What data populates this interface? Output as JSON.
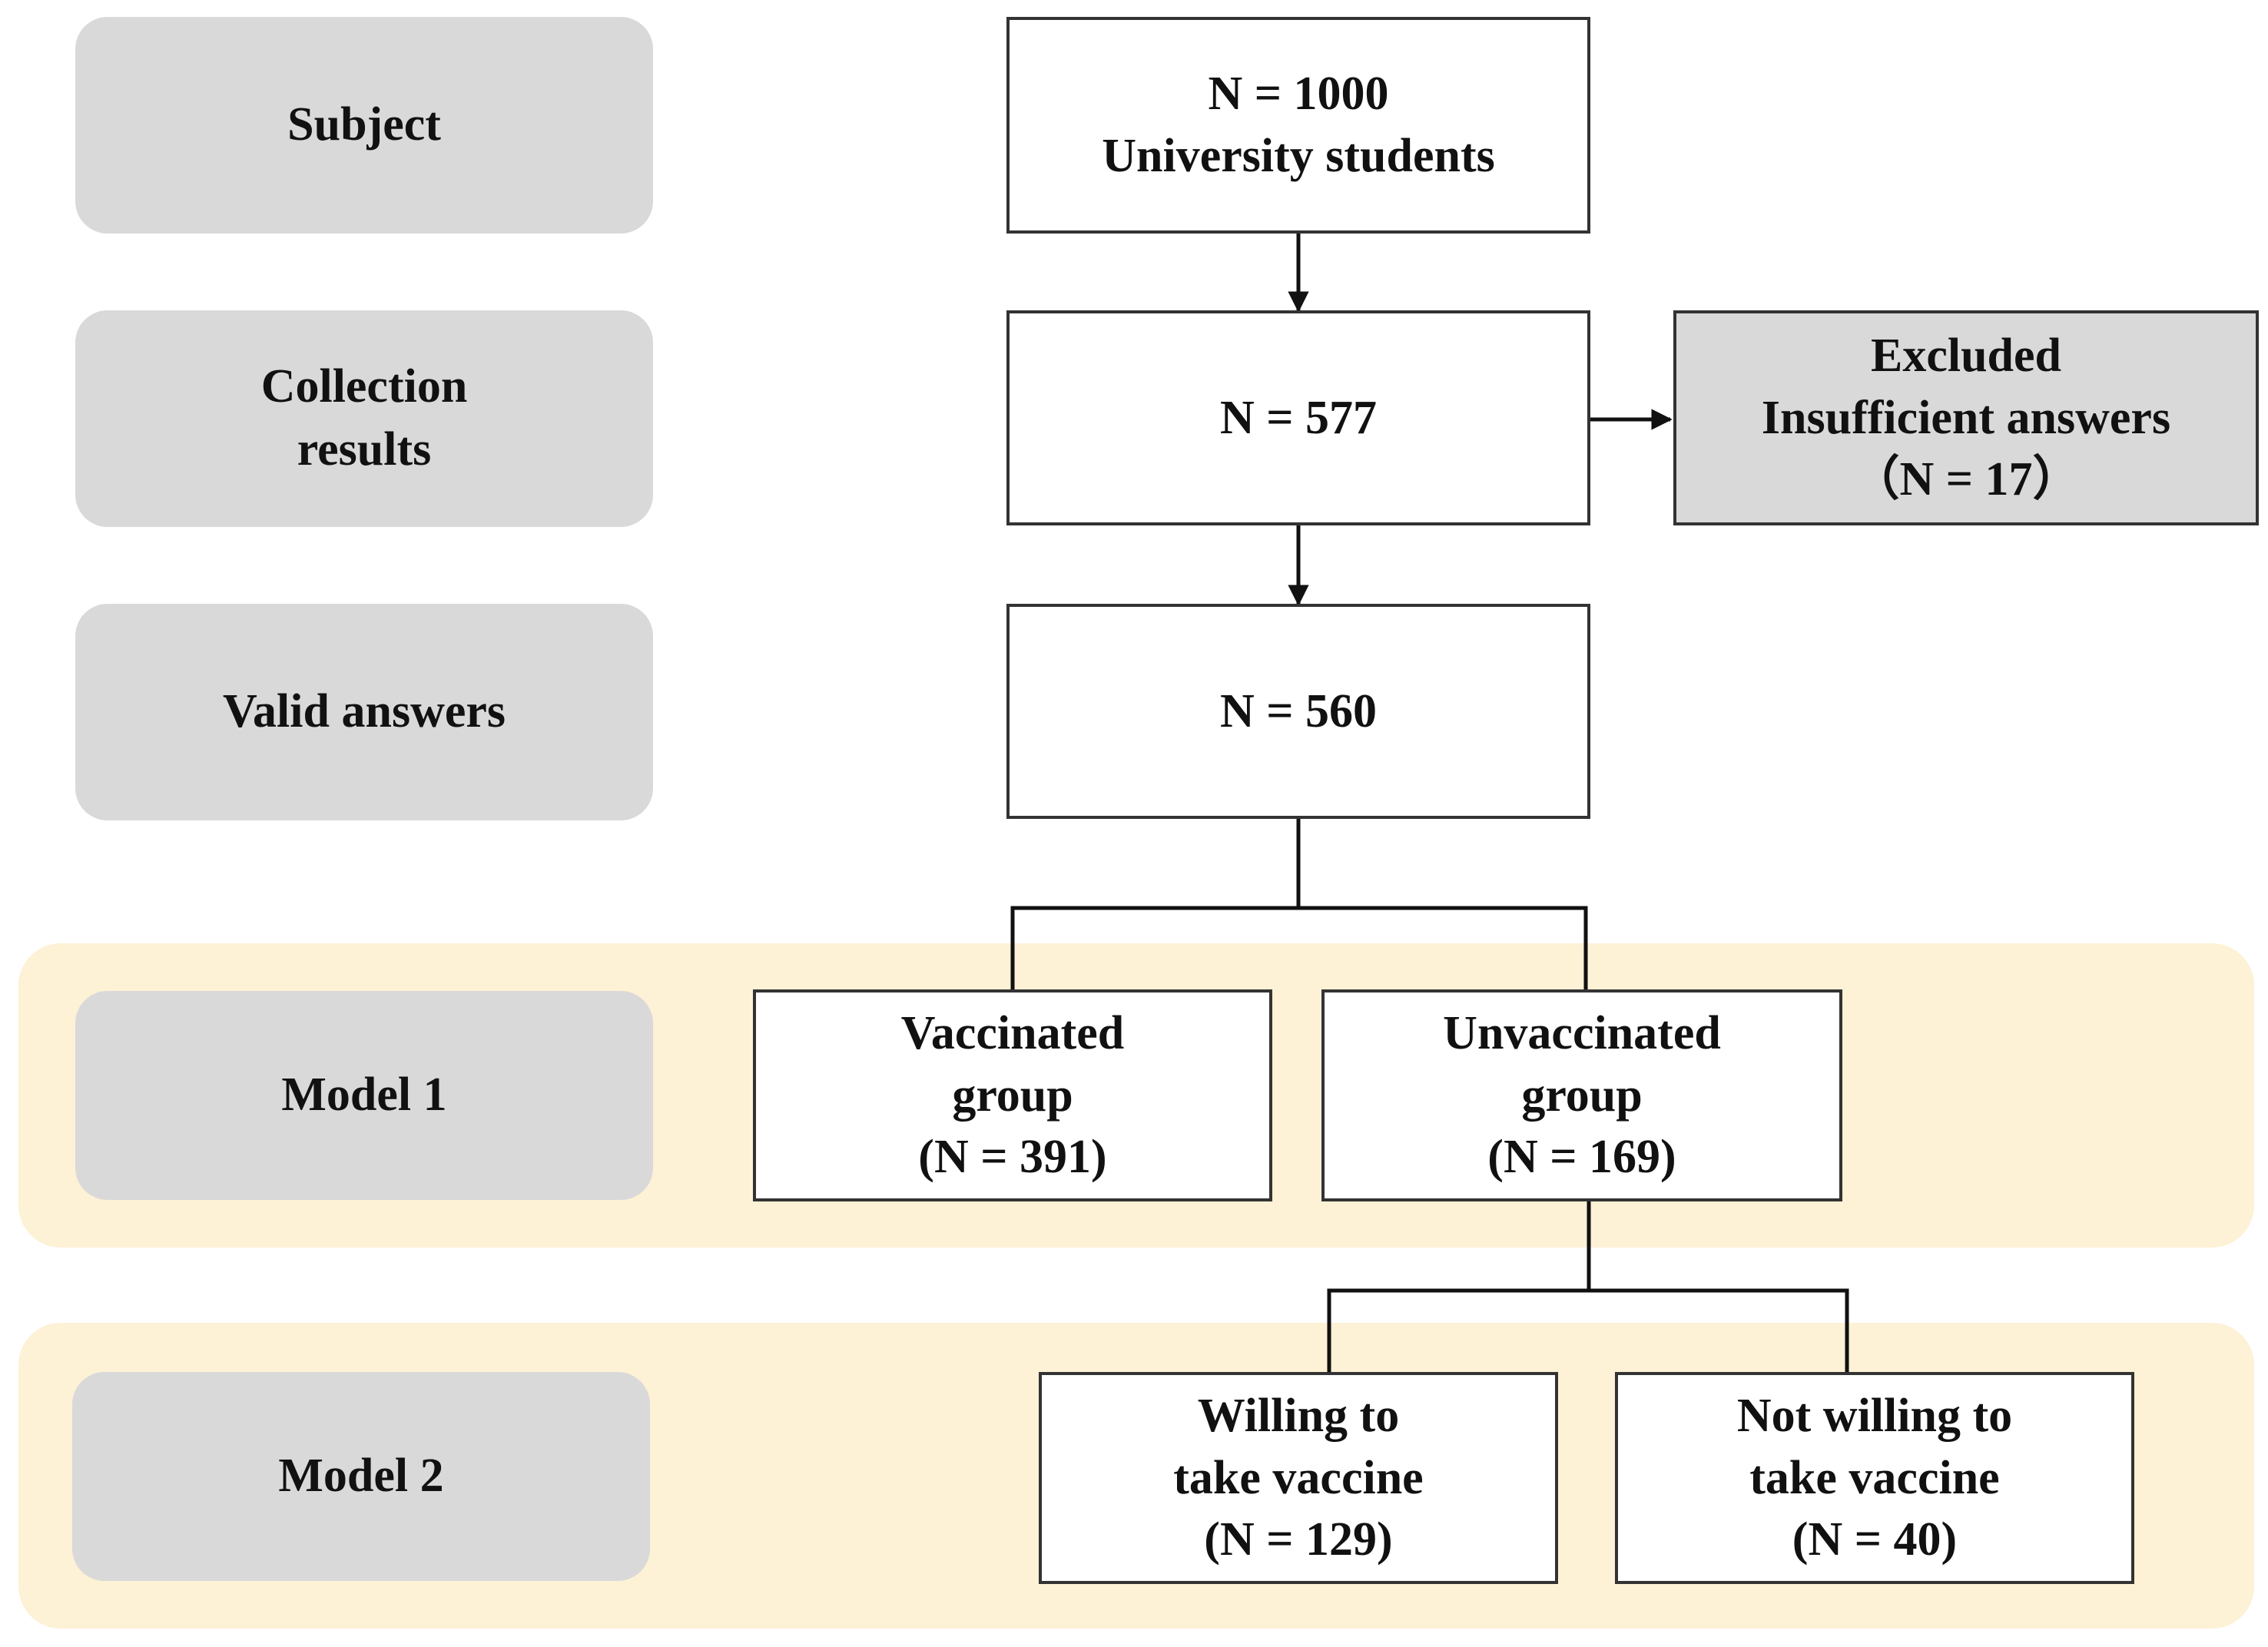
{
  "colors": {
    "stage_fill": "#d9d9d9",
    "band_fill": "#fdf1d6",
    "box_border": "#333333",
    "excluded_fill": "#d9d9d9"
  },
  "stages": {
    "subject": [
      "Subject"
    ],
    "collection": [
      "Collection",
      "results"
    ],
    "valid": [
      "Valid answers"
    ],
    "model1": [
      "Model 1"
    ],
    "model2": [
      "Model 2"
    ]
  },
  "boxes": {
    "total": [
      "N = 1000",
      "University students"
    ],
    "collected": [
      "N = 577"
    ],
    "excluded": [
      "Excluded",
      "Insufficient answers",
      "（N = 17）"
    ],
    "valid": [
      "N = 560"
    ],
    "vaccinated": [
      "Vaccinated",
      "group",
      "(N = 391)"
    ],
    "unvaccinated": [
      "Unvaccinated",
      "group",
      "(N = 169)"
    ],
    "willing": [
      "Willing to",
      "take vaccine",
      "(N = 129)"
    ],
    "not_willing": [
      "Not willing to",
      "take vaccine",
      "(N = 40)"
    ]
  }
}
